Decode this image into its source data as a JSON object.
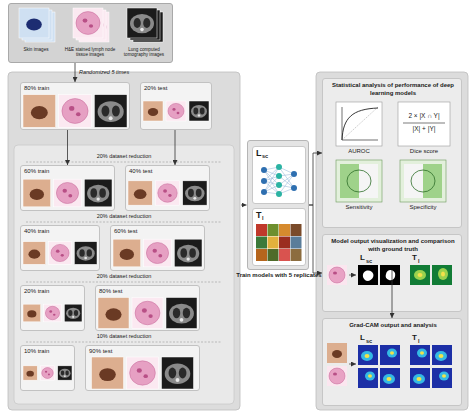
{
  "diagram": {
    "nodes": [
      {
        "text": [
          "Skin images",
          "H&E stained lymph node tissue images",
          "Lung computed tomography images"
        ]
      },
      {
        "text": [
          "80% train"
        ]
      },
      {
        "text": [
          "20% test"
        ]
      },
      {
        "text": [
          "60% train"
        ]
      },
      {
        "text": [
          "40% test"
        ]
      },
      {
        "text": [
          "40% train"
        ]
      },
      {
        "text": [
          "60% test"
        ]
      },
      {
        "text": [
          "20% train"
        ]
      },
      {
        "text": [
          "80% test"
        ]
      },
      {
        "text": [
          "10% train"
        ]
      },
      {
        "text": [
          "90% test"
        ]
      },
      {
        "text": [
          "Train models with 5 replicates"
        ]
      },
      {
        "text": [
          "L",
          "sc"
        ],
        "in": 11
      },
      {
        "text": [
          "T",
          "l"
        ],
        "in": 11
      },
      {
        "text": [
          "Statistical analysis of performance of deep learning models"
        ]
      },
      {
        "text": [
          "Model output visualization and comparison with ground truth"
        ]
      },
      {
        "text": [
          "Grad-CAM output and analysis"
        ]
      }
    ],
    "edges": [
      {
        "from": 0,
        "to": 1,
        "label": "Randomized 5 times",
        "arrow": "to"
      },
      {
        "from": 1,
        "to": 3,
        "arrow": "to"
      },
      {
        "from": 2,
        "to": 4,
        "arrow": "to"
      },
      {
        "from": 11,
        "to": 14,
        "arrow": "to"
      },
      {
        "from": 11,
        "to": 15,
        "arrow": "to"
      },
      {
        "from": 11,
        "to": 16,
        "arrow": "to"
      }
    ],
    "labels": [
      "20% dataset reduction",
      "20% dataset reduction",
      "20% dataset reduction",
      "10% dataset reduction",
      "AUROC",
      "2 × |X ∩ Y|",
      "|X| + |Y|",
      "Dice score",
      "Sensitivity",
      "Specificity",
      "L",
      "sc",
      "T",
      "l",
      "L",
      "sc",
      "T",
      "l"
    ]
  }
}
